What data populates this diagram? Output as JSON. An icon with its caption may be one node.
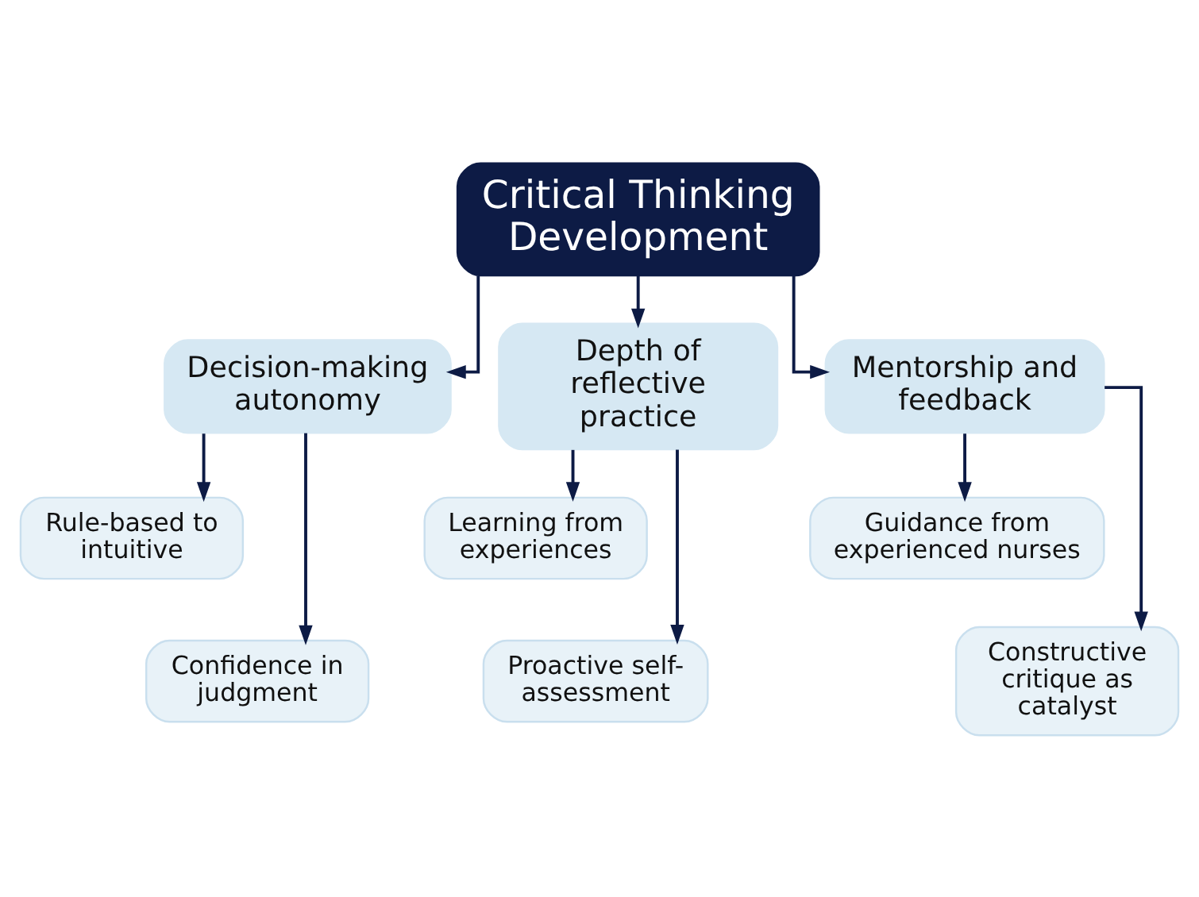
{
  "diagram": {
    "nodes": [
      {
        "text": [
          "Critical Thinking Development"
        ]
      },
      {
        "text": [
          "Decision-making autonomy"
        ]
      },
      {
        "text": [
          "Depth of reflective practice"
        ]
      },
      {
        "text": [
          "Mentorship and feedback"
        ]
      },
      {
        "text": [
          "Rule-based to intuitive"
        ]
      },
      {
        "text": [
          "Confidence in judgment"
        ]
      },
      {
        "text": [
          "Learning from experiences"
        ]
      },
      {
        "text": [
          "Proactive self-assessment"
        ]
      },
      {
        "text": [
          "Guidance from experienced nurses"
        ]
      },
      {
        "text": [
          "Constructive critique as catalyst"
        ]
      }
    ],
    "edges": [
      {
        "from": 0,
        "to": 1,
        "arrow": "to"
      },
      {
        "from": 0,
        "to": 2,
        "arrow": "to"
      },
      {
        "from": 0,
        "to": 3,
        "arrow": "to"
      },
      {
        "from": 1,
        "to": 4,
        "arrow": "to"
      },
      {
        "from": 1,
        "to": 5,
        "arrow": "to"
      },
      {
        "from": 2,
        "to": 6,
        "arrow": "to"
      },
      {
        "from": 2,
        "to": 7,
        "arrow": "to"
      },
      {
        "from": 3,
        "to": 8,
        "arrow": "to"
      },
      {
        "from": 3,
        "to": 9,
        "arrow": "to"
      }
    ]
  }
}
